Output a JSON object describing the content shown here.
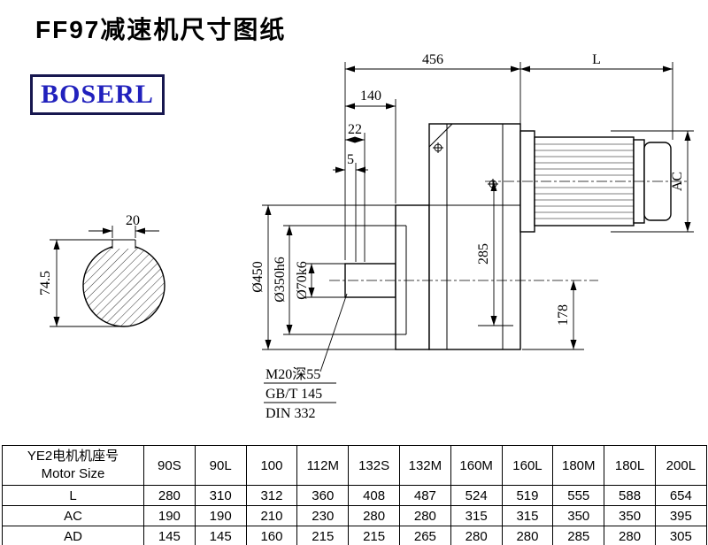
{
  "page": {
    "title": "FF97减速机尺寸图纸",
    "logo_text": "BOSERL"
  },
  "drawing": {
    "dims": {
      "width_456": "456",
      "motor_length": "L",
      "d140": "140",
      "d22": "22",
      "d5": "5",
      "ac": "AC",
      "d285": "285",
      "d178": "178",
      "dia_flange": "Ø450",
      "dia_spigot": "Ø350h6",
      "dia_shaft": "Ø70k6",
      "key_width": "20",
      "key_height": "74.5"
    },
    "notes": {
      "tap": "M20深55",
      "std1": "GB/T 145",
      "std2": "DIN 332"
    }
  },
  "table": {
    "header": {
      "line1": "YE2电机机座号",
      "line2": "Motor Size"
    },
    "columns": [
      "90S",
      "90L",
      "100",
      "112M",
      "132S",
      "132M",
      "160M",
      "160L",
      "180M",
      "180L",
      "200L"
    ],
    "rows": [
      {
        "label": "L",
        "values": [
          "280",
          "310",
          "312",
          "360",
          "408",
          "487",
          "524",
          "519",
          "555",
          "588",
          "654"
        ]
      },
      {
        "label": "AC",
        "values": [
          "190",
          "190",
          "210",
          "230",
          "280",
          "280",
          "315",
          "315",
          "350",
          "350",
          "395"
        ]
      },
      {
        "label": "AD",
        "values": [
          "145",
          "145",
          "160",
          "215",
          "215",
          "265",
          "280",
          "280",
          "285",
          "280",
          "305"
        ]
      }
    ]
  }
}
